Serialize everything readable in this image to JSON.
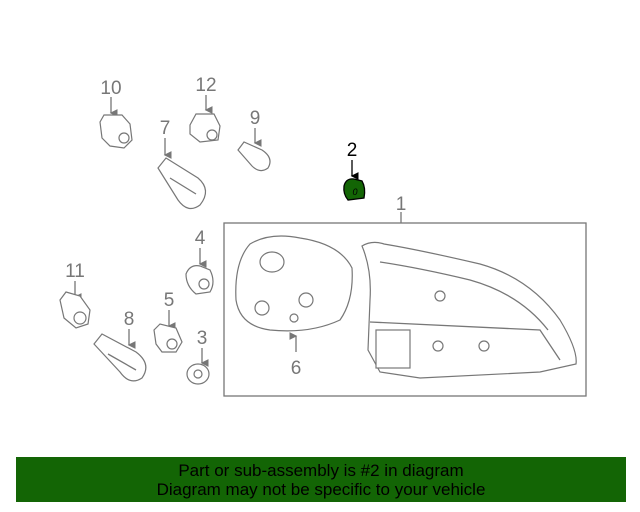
{
  "diagram": {
    "callouts": [
      {
        "id": "1",
        "label": "1"
      },
      {
        "id": "2",
        "label": "2"
      },
      {
        "id": "3",
        "label": "3"
      },
      {
        "id": "4",
        "label": "4"
      },
      {
        "id": "5",
        "label": "5"
      },
      {
        "id": "6",
        "label": "6"
      },
      {
        "id": "7",
        "label": "7"
      },
      {
        "id": "8",
        "label": "8"
      },
      {
        "id": "9",
        "label": "9"
      },
      {
        "id": "10",
        "label": "10"
      },
      {
        "id": "11",
        "label": "11"
      },
      {
        "id": "12",
        "label": "12"
      }
    ],
    "highlight_color": "#136505"
  },
  "banner": {
    "line1": "Part or sub-assembly is #2 in diagram",
    "line2": "Diagram may not be specific to your vehicle",
    "color": "#136505"
  }
}
